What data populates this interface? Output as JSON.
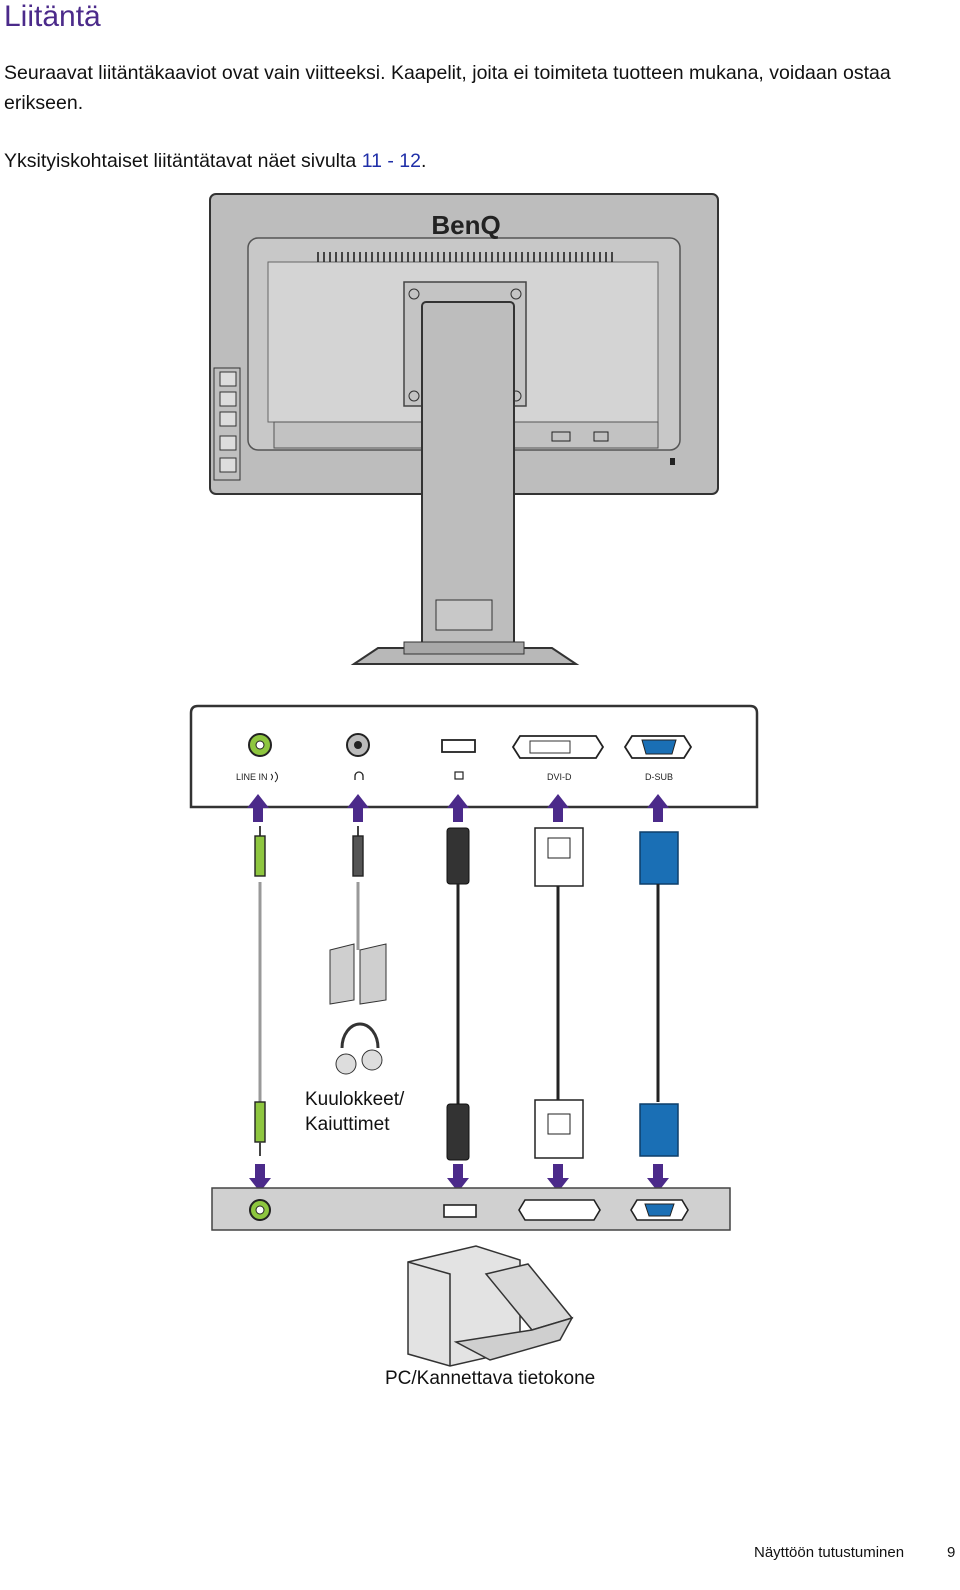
{
  "page": {
    "title": "Liitäntä",
    "intro": "Seuraavat liitäntäkaaviot ovat vain viitteeksi. Kaapelit, joita ei toimiteta tuotteen mukana, voidaan ostaa erikseen.",
    "details_prefix": "Yksityiskohtaiset liitäntätavat näet sivulta ",
    "details_link": "11 - 12",
    "details_suffix": "."
  },
  "monitor": {
    "brand": "BenQ"
  },
  "ports": {
    "line_in": "LINE IN",
    "dvi": "DVI-D",
    "dsub": "D-SUB"
  },
  "labels": {
    "audio_line1": "Kuulokkeet/",
    "audio_line2": "Kaiuttimet",
    "computer": "PC/Kannettava tietokone"
  },
  "footer": {
    "section": "Näyttöön tutustuminen",
    "page_number": "9"
  },
  "colors": {
    "title": "#4b2a8a",
    "arrow": "#4b2a8a",
    "link": "#1f2fa8",
    "line_in_green": "#8ec63f",
    "dsub_blue": "#1a6fb5"
  },
  "icons": [
    "headphone-icon",
    "displayport-icon",
    "audio-wave-icon"
  ]
}
